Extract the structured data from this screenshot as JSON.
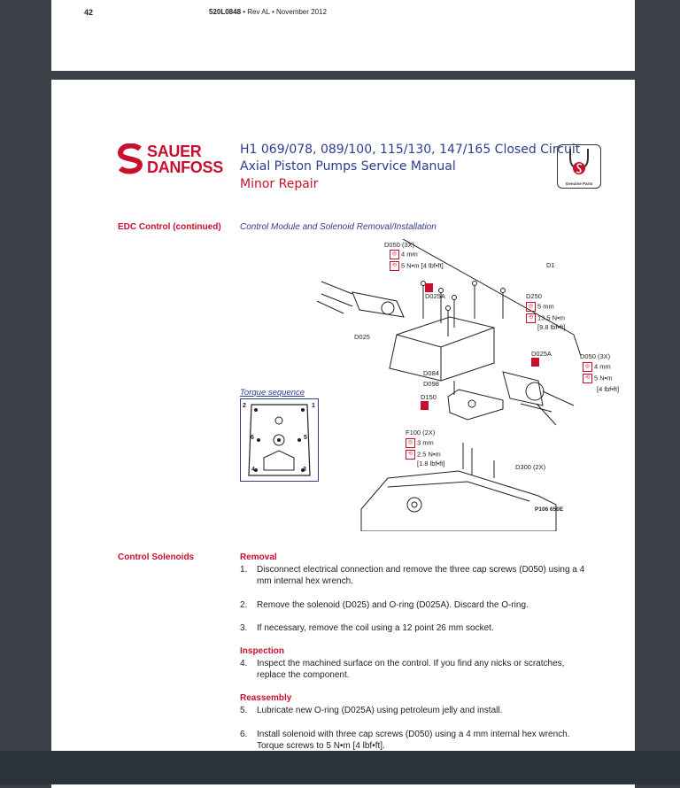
{
  "top_page": {
    "page_number": "42",
    "doc_number": "520L0848",
    "doc_rest": " • Rev AL • November 2012"
  },
  "header": {
    "logo_line1": "SAUER",
    "logo_line2": "DANFOSS",
    "title_line1": "H1 069/078, 089/100, 115/130, 147/165 Closed Circuit",
    "title_line2": "Axial Piston Pumps Service Manual",
    "title_line3": "Minor Repair",
    "badge_text": "Genuine Parts"
  },
  "section1": {
    "label": "EDC Control (continued)",
    "figure_title": "Control Module and Solenoid Removal/Installation"
  },
  "figure": {
    "callouts": {
      "d050_top": "D050 (3X)",
      "d050_top_size": "4 mm",
      "d050_top_torque": "5 N•m [4 lbf•ft]",
      "d1": "D1",
      "d025a_top": "D025A",
      "d250": "D250",
      "d250_size": "5 mm",
      "d250_torque": "13.5 N•m",
      "d250_torque2": "[9.8 lbf•ft]",
      "d025": "D025",
      "d025a_right": "D025A",
      "d050_right": "D050 (3X)",
      "d050_right_size": "4 mm",
      "d050_right_torque": "5 N•m",
      "d050_right_torque2": "[4 lbf•ft]",
      "d084": "D084",
      "d098": "D098",
      "d150": "D150",
      "f100": "F100 (2X)",
      "f100_size": "3 mm",
      "f100_torque": "2.5 N•m",
      "f100_torque2": "[1.8 lbf•ft]",
      "d300": "D300 (2X)"
    },
    "torque_sequence_title": "Torque sequence",
    "torque_numbers": [
      "1",
      "2",
      "3",
      "4",
      "5",
      "6"
    ],
    "figure_code": "P106 650E"
  },
  "section2": {
    "label": "Control Solenoids",
    "removal_head": "Removal",
    "steps": [
      {
        "n": "1.",
        "text": "Disconnect electrical connection and remove the three cap screws (D050) using a 4 mm internal hex wrench."
      },
      {
        "n": "2.",
        "text": "Remove the solenoid (D025) and O-ring (D025A). Discard the O-ring."
      },
      {
        "n": "3.",
        "text": "If necessary, remove the coil using a 12 point 26 mm socket."
      }
    ],
    "inspection_head": "Inspection",
    "inspection_steps": [
      {
        "n": "4.",
        "text": "Inspect the machined surface on the control. If you find any nicks or scratches, replace the component."
      }
    ],
    "reassembly_head": "Reassembly",
    "reassembly_steps": [
      {
        "n": "5.",
        "text": "Lubricate new O-ring (D025A) using petroleum jelly and install."
      },
      {
        "n": "6.",
        "text": "Install solenoid with three cap screws (D050) using a 4 mm internal hex wrench. Torque screws to 5 N•m [4 lbf•ft]."
      }
    ]
  },
  "colors": {
    "brand_red": "#c8102e",
    "title_blue": "#2e3d8f",
    "background": "#3a4046"
  }
}
